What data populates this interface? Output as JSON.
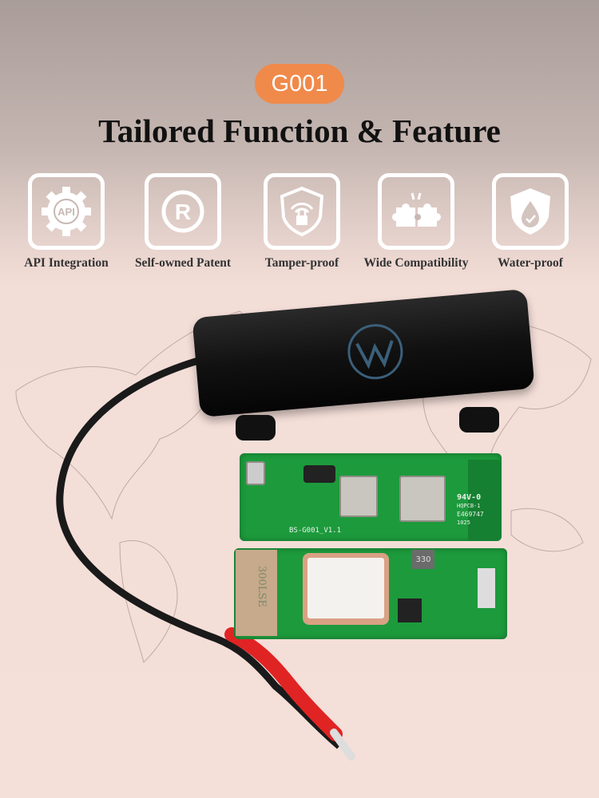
{
  "badge": "G001",
  "title": "Tailored Function & Feature",
  "features": [
    {
      "icon": "api-gear-icon",
      "label": "API Integration",
      "icon_text": "API"
    },
    {
      "icon": "registered-icon",
      "label": "Self-owned Patent",
      "icon_text": "R"
    },
    {
      "icon": "shield-lock-icon",
      "label": "Tamper-proof"
    },
    {
      "icon": "puzzle-icon",
      "label": "Wide Compatibility"
    },
    {
      "icon": "shield-drop-icon",
      "label": "Water-proof"
    }
  ],
  "product": {
    "board_label": "BS-G001_V1.1",
    "cert_lines": [
      "94V-0",
      "HQPCB-1",
      "E469747",
      "1025"
    ],
    "inductor": "330",
    "tape": "300LSE"
  },
  "colors": {
    "badge": "#f08a4b",
    "pcb": "#1d9a3c"
  }
}
